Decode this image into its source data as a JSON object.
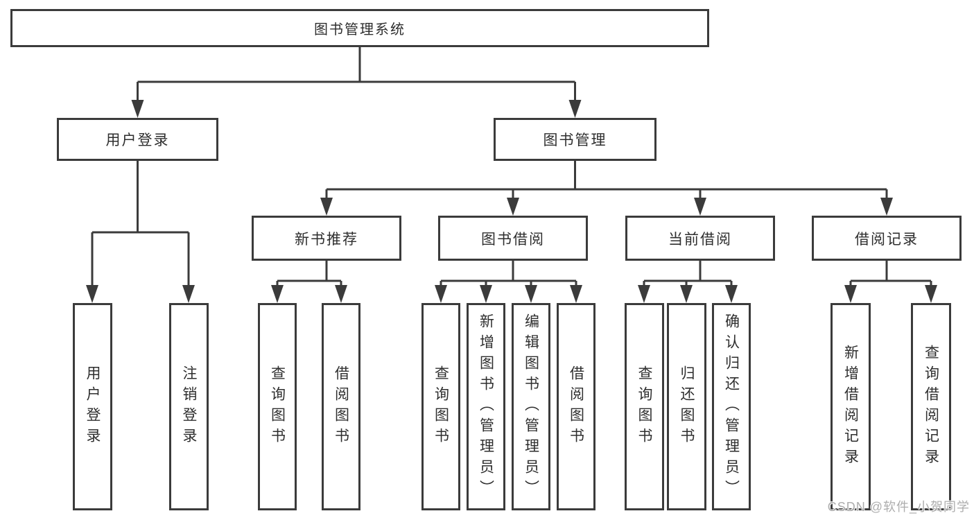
{
  "watermark": {
    "text": "CSDN @软件_小贺同学"
  },
  "colors": {
    "line": "#3b3b3b",
    "box_border": "#3b3b3b",
    "text": "#2e2e2e",
    "background": "#ffffff",
    "watermark_text": "#a4a4a4"
  },
  "tree": {
    "label": "图书管理系统",
    "children": [
      {
        "label": "用户登录",
        "children": [
          {
            "label": "用户登录"
          },
          {
            "label": "注销登录"
          }
        ]
      },
      {
        "label": "图书管理",
        "children": [
          {
            "label": "新书推荐",
            "children": [
              {
                "label": "查询图书"
              },
              {
                "label": "借阅图书"
              }
            ]
          },
          {
            "label": "图书借阅",
            "children": [
              {
                "label": "查询图书"
              },
              {
                "label": "新增图书（管理员）"
              },
              {
                "label": "编辑图书（管理员）"
              },
              {
                "label": "借阅图书"
              }
            ]
          },
          {
            "label": "当前借阅",
            "children": [
              {
                "label": "查询图书"
              },
              {
                "label": "归还图书"
              },
              {
                "label": "确认归还（管理员）"
              }
            ]
          },
          {
            "label": "借阅记录",
            "children": [
              {
                "label": "新增借阅记录"
              },
              {
                "label": "查询借阅记录"
              }
            ]
          }
        ]
      }
    ]
  }
}
